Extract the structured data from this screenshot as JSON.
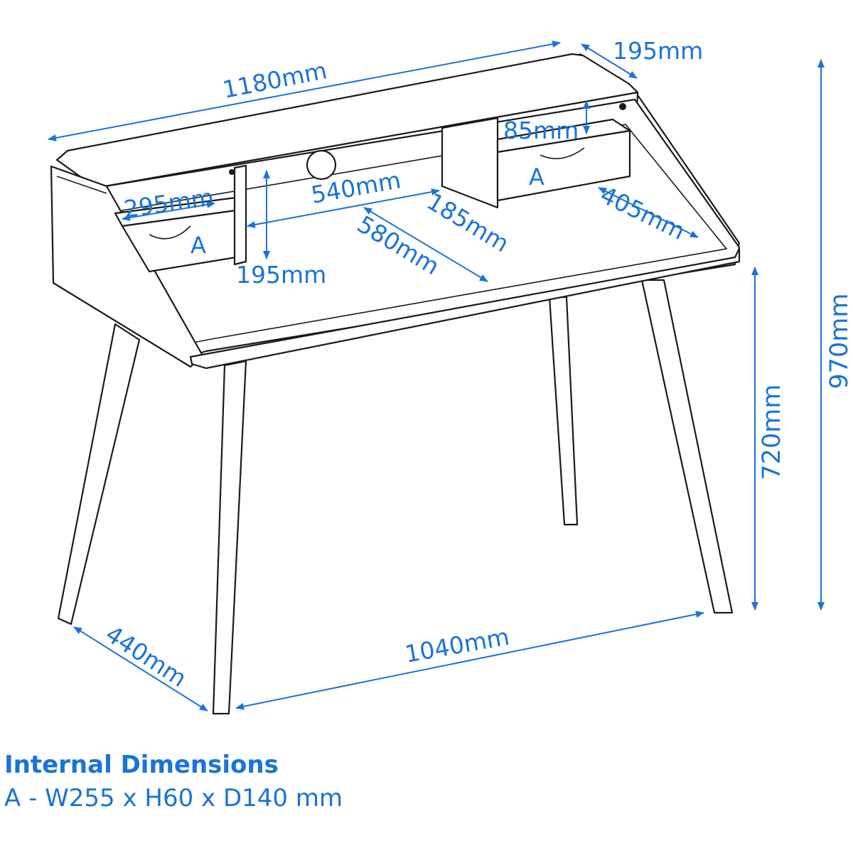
{
  "dimensions": {
    "total_width": "1180mm",
    "hutch_depth": "195mm",
    "drawer_recess_height": "85mm",
    "overall_height": "970mm",
    "left_shelf_width": "295mm",
    "center_opening_width": "540mm",
    "shelf_depth": "185mm",
    "right_shelf_width": "405mm",
    "desk_depth": "580mm",
    "hutch_height": "195mm",
    "desk_height": "720mm",
    "leg_depth_span": "440mm",
    "leg_width_span": "1040mm"
  },
  "drawer_labels": {
    "left": "A",
    "right": "A"
  },
  "caption": {
    "title": "Internal Dimensions",
    "line": "A - W255 x H60 x D140 mm"
  },
  "colors": {
    "annotation": "#1a73d9",
    "linework": "#1a1a1a"
  }
}
